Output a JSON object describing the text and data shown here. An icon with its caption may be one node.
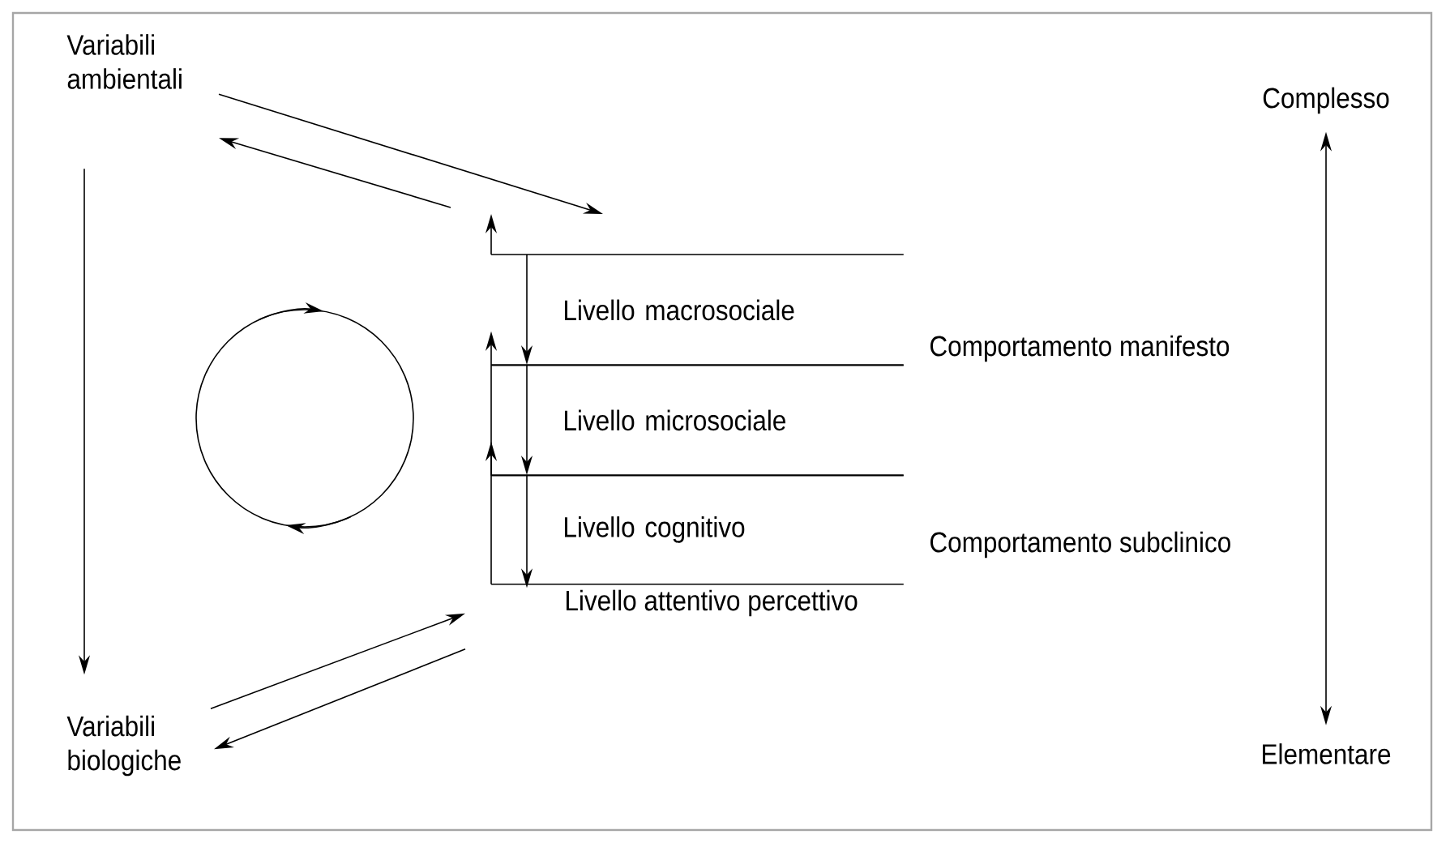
{
  "diagram": {
    "nodes": [
      {
        "text": [
          "Variabili ambientali"
        ]
      },
      {
        "text": [
          "Variabili biologiche"
        ]
      },
      {
        "text": [
          "Livello macrosociale"
        ]
      },
      {
        "text": [
          "Livello microsociale"
        ]
      },
      {
        "text": [
          "Livello cognitivo"
        ]
      },
      {
        "text": [
          "Livello attentivo percettivo"
        ]
      },
      {
        "text": [
          "Complesso"
        ]
      },
      {
        "text": [
          "Elementare"
        ]
      }
    ],
    "edges": [
      {
        "from": 0,
        "to": 2,
        "arrow": "to"
      },
      {
        "from": 2,
        "to": 0,
        "arrow": "to"
      },
      {
        "from": 0,
        "to": 1,
        "arrow": "to"
      },
      {
        "from": 1,
        "to": 4,
        "arrow": "to"
      },
      {
        "from": 4,
        "to": 1,
        "arrow": "to"
      },
      {
        "from": 4,
        "to": 3,
        "arrow": "to"
      },
      {
        "from": 3,
        "to": 2,
        "arrow": "to"
      },
      {
        "from": 2,
        "to": null,
        "arrow": "to"
      },
      {
        "from": 2,
        "to": 3,
        "arrow": "to"
      },
      {
        "from": 3,
        "to": 4,
        "arrow": "to"
      },
      {
        "from": 4,
        "to": 5,
        "arrow": "to"
      },
      {
        "from": 7,
        "to": 6,
        "arrow": "both"
      }
    ],
    "labels": [
      "Comportamento manifesto",
      "Comportamento subclinico"
    ]
  }
}
